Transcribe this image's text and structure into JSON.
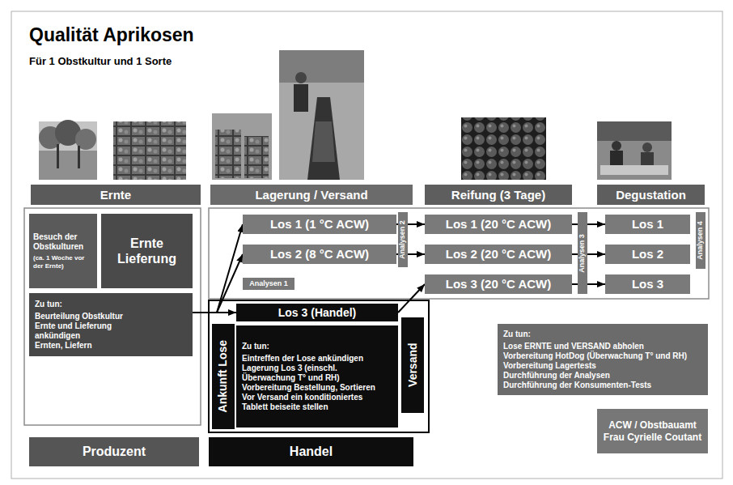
{
  "diagram": {
    "title": "Qualität Aprikosen",
    "nodes": [
      {
        "text": [
          "Ernte"
        ]
      },
      {
        "text": [
          "Lagerung / Versand"
        ]
      },
      {
        "text": [
          "Reifung (3 Tage)"
        ]
      },
      {
        "text": [
          "Degustation"
        ]
      },
      {
        "text": [
          "Besuch der Obstkulturen",
          "(ca. 1 Woche vor der Ernte)"
        ]
      },
      {
        "text": [
          "Ernte Lieferung"
        ]
      },
      {
        "text": [
          "Zu tun:",
          "Beurteilung Obstkultur",
          "Ernte und Lieferung ankündigen",
          "Ernten, Liefern"
        ]
      },
      {
        "text": [
          "Los 1 (1 °C ACW)"
        ]
      },
      {
        "text": [
          "Los 2 (8 °C ACW)"
        ]
      },
      {
        "text": [
          "Analysen 1"
        ]
      },
      {
        "text": [
          "Analysen 2"
        ]
      },
      {
        "text": [
          "Los 1 (20 °C ACW)"
        ]
      },
      {
        "text": [
          "Los 2 (20 °C ACW)"
        ]
      },
      {
        "text": [
          "Los 3 (20 °C ACW)"
        ]
      },
      {
        "text": [
          "Analysen 3"
        ]
      },
      {
        "text": [
          "Los 1"
        ]
      },
      {
        "text": [
          "Los 2"
        ]
      },
      {
        "text": [
          "Los 3"
        ]
      },
      {
        "text": [
          "Analysen 4"
        ]
      },
      {
        "text": [
          "Ankunft Lose"
        ]
      },
      {
        "text": [
          "Los 3 (Handel)"
        ]
      },
      {
        "text": [
          "Zu tun:",
          "Eintreffen der Lose ankündigen",
          "Lagerung Los 3 (einschl. Überwachung T° und RH)",
          "Vorbereitung Bestellung, Sortieren",
          "Vor Versand ein konditioniertes Tablett beiseite stellen"
        ]
      },
      {
        "text": [
          "Versand"
        ]
      },
      {
        "text": [
          "Zu tun:",
          "Lose ERNTE und VERSAND abholen",
          "Vorbereitung HotDog (Überwachung T° und RH)",
          "Vorbereitung Lagertests",
          "Durchführung der Analysen",
          "Durchführung der Konsumenten-Tests"
        ]
      },
      {
        "text": [
          "ACW / Obstbauamt",
          "Frau Cyrielle Coutant"
        ]
      },
      {
        "text": [
          "Produzent"
        ]
      },
      {
        "text": [
          "Handel"
        ]
      }
    ],
    "edges": [
      {
        "from": 6,
        "to": 20,
        "arrow": "to"
      },
      {
        "from": 6,
        "to": 7,
        "arrow": "to"
      },
      {
        "from": 6,
        "to": 8,
        "arrow": "to"
      },
      {
        "from": 7,
        "to": 11,
        "arrow": "to"
      },
      {
        "from": 8,
        "to": 12,
        "arrow": "to"
      },
      {
        "from": 20,
        "to": 13,
        "arrow": "to"
      },
      {
        "from": 11,
        "to": 15,
        "arrow": "to"
      },
      {
        "from": 12,
        "to": 16,
        "arrow": "to"
      },
      {
        "from": 13,
        "to": 17,
        "arrow": "to"
      }
    ],
    "labels": [
      "Für 1 Obstkultur und 1 Sorte"
    ]
  }
}
